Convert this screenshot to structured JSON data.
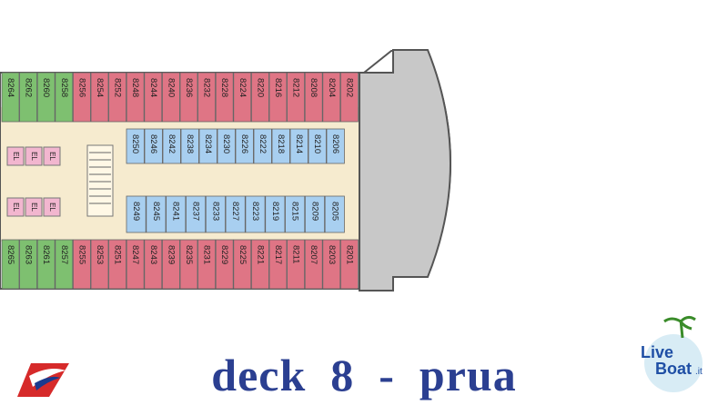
{
  "title": "deck  8  -  prua",
  "colors": {
    "outer": "#df7585",
    "outerGreen": "#7ec070",
    "inner": "#a8cff0",
    "corridor": "#f6ebcf",
    "bow": "#c8c8c8",
    "elevator": "#f2b6cf",
    "titleBlue": "#2b3f91"
  },
  "cabins": {
    "topRow": [
      "8264",
      "8262",
      "8260",
      "8258",
      "8256",
      "8254",
      "8252",
      "8248",
      "8244",
      "8240",
      "8236",
      "8232",
      "8228",
      "8224",
      "8220",
      "8216",
      "8212",
      "8208",
      "8204",
      "8202"
    ],
    "innerTop": [
      "8250",
      "8246",
      "8242",
      "8238",
      "8234",
      "8230",
      "8226",
      "8222",
      "8218",
      "8214",
      "8210",
      "8206"
    ],
    "innerBottom": [
      "8249",
      "8245",
      "8241",
      "8237",
      "8233",
      "8227",
      "8223",
      "8219",
      "8215",
      "8209",
      "8205"
    ],
    "bottomRow": [
      "8265",
      "8263",
      "8261",
      "8257",
      "8255",
      "8253",
      "8251",
      "8247",
      "8243",
      "8239",
      "8235",
      "8231",
      "8229",
      "8225",
      "8221",
      "8217",
      "8211",
      "8207",
      "8203",
      "8201"
    ]
  },
  "elevators": [
    "EL",
    "EL",
    "EL",
    "EL",
    "EL",
    "EL"
  ],
  "logo": {
    "name": "carnival-funnel-logo"
  },
  "watermark": {
    "name": "liveboat-logo",
    "text_line1": "Live",
    "text_line2": "Boat",
    "suffix": ".it"
  }
}
